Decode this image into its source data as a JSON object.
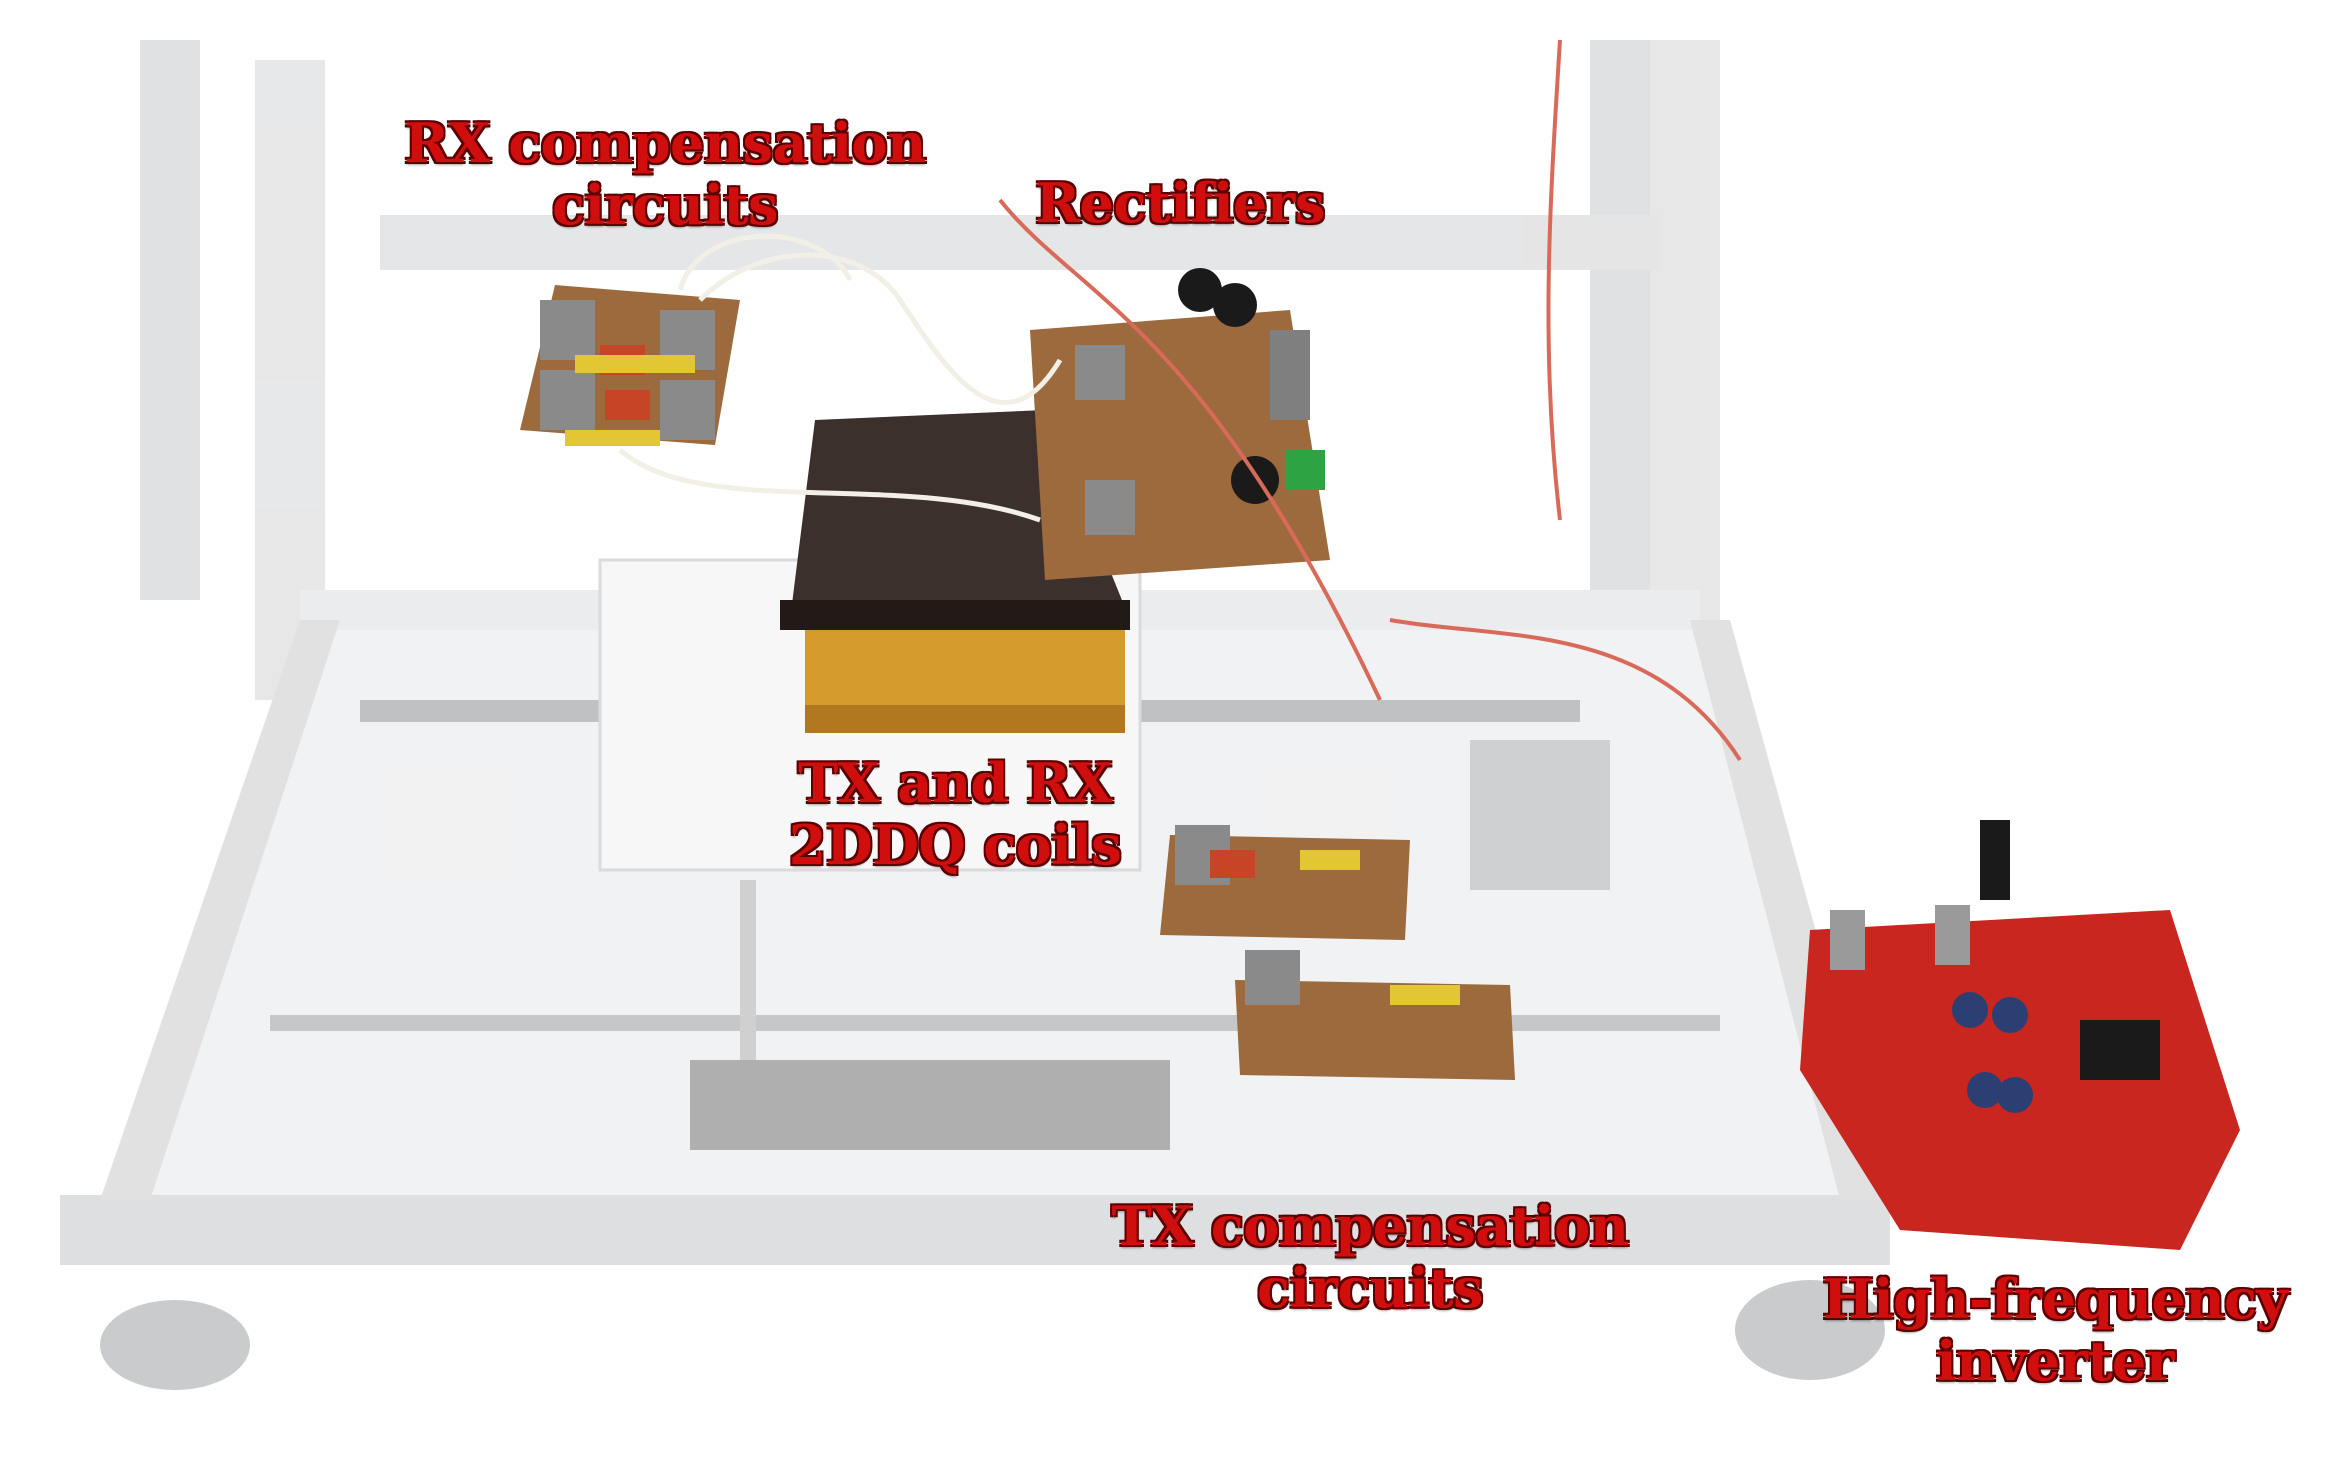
{
  "labels": {
    "rx_comp": {
      "line1": "RX compensation",
      "line2": "circuits"
    },
    "rectifiers": {
      "line1": "Rectifiers"
    },
    "coils": {
      "line1": "TX and RX",
      "line2": "2DDQ coils"
    },
    "tx_comp": {
      "line1": "TX compensation",
      "line2": "circuits"
    },
    "inverter": {
      "line1": "High-frequency",
      "line2": "inverter"
    }
  },
  "colors": {
    "label_red": "#d10e0e",
    "frame_gray": "#d9dadb",
    "pcb_brown": "#9c6a3c",
    "coil_dark": "#3b302c",
    "coil_amber": "#d49a2c",
    "inverter_red": "#c8261e"
  }
}
